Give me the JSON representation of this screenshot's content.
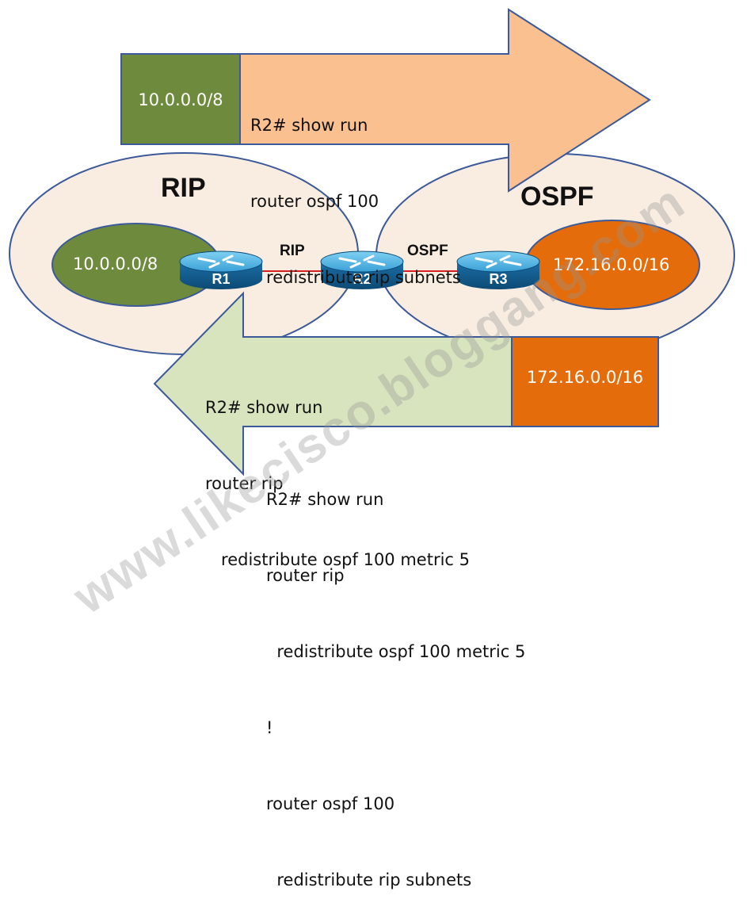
{
  "areas": {
    "rip_title": "RIP",
    "ospf_title": "OSPF"
  },
  "links": {
    "r1_r2": "RIP",
    "r2_r3": "OSPF"
  },
  "routers": {
    "r1": "R1",
    "r2": "R2",
    "r3": "R3"
  },
  "networks": {
    "rip_net": "10.0.0.0/8",
    "ospf_net": "172.16.0.0/16"
  },
  "top_arrow": {
    "source_net": "10.0.0.0/8",
    "lines": [
      "R2# show run",
      "router ospf 100",
      "   redistribute rip subnets"
    ]
  },
  "bottom_arrow": {
    "source_net": "172.16.0.0/16",
    "lines": [
      "R2# show run",
      "router rip",
      "   redistribute ospf 100 metric 5"
    ]
  },
  "full_config": {
    "lines": [
      "R2# show run",
      "router rip",
      "  redistribute ospf 100 metric 5",
      "!",
      "router ospf 100",
      "  redistribute rip subnets"
    ]
  },
  "watermark": "www.likecisco.bloggang.com",
  "colors": {
    "area_fill": "#f8ede0",
    "area_stroke": "#3c5a99",
    "rip_net_fill": "#6e8b3d",
    "ospf_net_fill": "#e46c0a",
    "top_arrow_fill": "#fac090",
    "bottom_arrow_fill": "#d7e4bd",
    "link": "#d62020"
  }
}
